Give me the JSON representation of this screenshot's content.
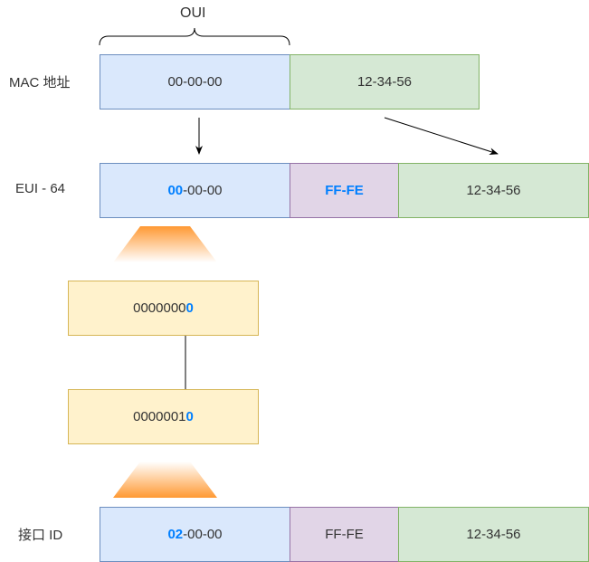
{
  "colors": {
    "blue_fill": "#dae8fc",
    "blue_stroke": "#6c8ebf",
    "green_fill": "#d5e8d4",
    "green_stroke": "#82b366",
    "purple_fill": "#e1d5e7",
    "purple_stroke": "#9673a6",
    "yellow_fill": "#fff2cc",
    "yellow_stroke": "#d6b656",
    "highlight": "#007fff",
    "arrow_orange": "#ff9933"
  },
  "brace_label": "OUI",
  "mac_row": {
    "label": "MAC 地址",
    "oui": "00-00-00",
    "nic": "12-34-56"
  },
  "eui_row": {
    "label": "EUI - 64",
    "oui_hl": "00",
    "oui_rest": "-00-00",
    "insert": "FF-FE",
    "nic": "12-34-56"
  },
  "bits_before": {
    "prefix": "0000000",
    "hl": "0"
  },
  "bits_after": {
    "prefix": "0000001",
    "hl": "0",
    "suffix": ""
  },
  "iface_row": {
    "label": "接口 ID",
    "oui_hl": "02",
    "oui_rest": "-00-00",
    "insert": "FF-FE",
    "nic": "12-34-56"
  }
}
